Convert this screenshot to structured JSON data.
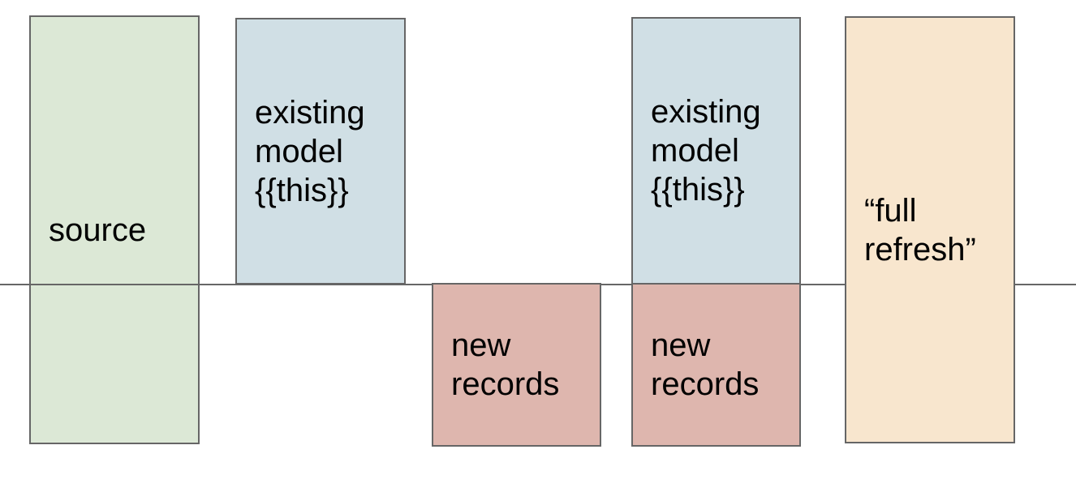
{
  "diagram": {
    "background": "#ffffff",
    "text_color": "#000000",
    "border_color": "#666666",
    "divider": {
      "color": "#666666"
    },
    "boxes": [
      {
        "id": "source",
        "label": "source",
        "fill": "#dce8d6"
      },
      {
        "id": "existing-model-1",
        "label": "existing\nmodel\n{{this}}",
        "fill": "#d0dfe5"
      },
      {
        "id": "new-records-1",
        "label": "new\nrecords",
        "fill": "#deb6ae"
      },
      {
        "id": "existing-model-2",
        "label": "existing\nmodel\n{{this}}",
        "fill": "#d0dfe5"
      },
      {
        "id": "new-records-2",
        "label": "new\nrecords",
        "fill": "#deb6ae"
      },
      {
        "id": "full-refresh",
        "label": "“full\nrefresh”",
        "fill": "#f8e6ce"
      }
    ]
  }
}
